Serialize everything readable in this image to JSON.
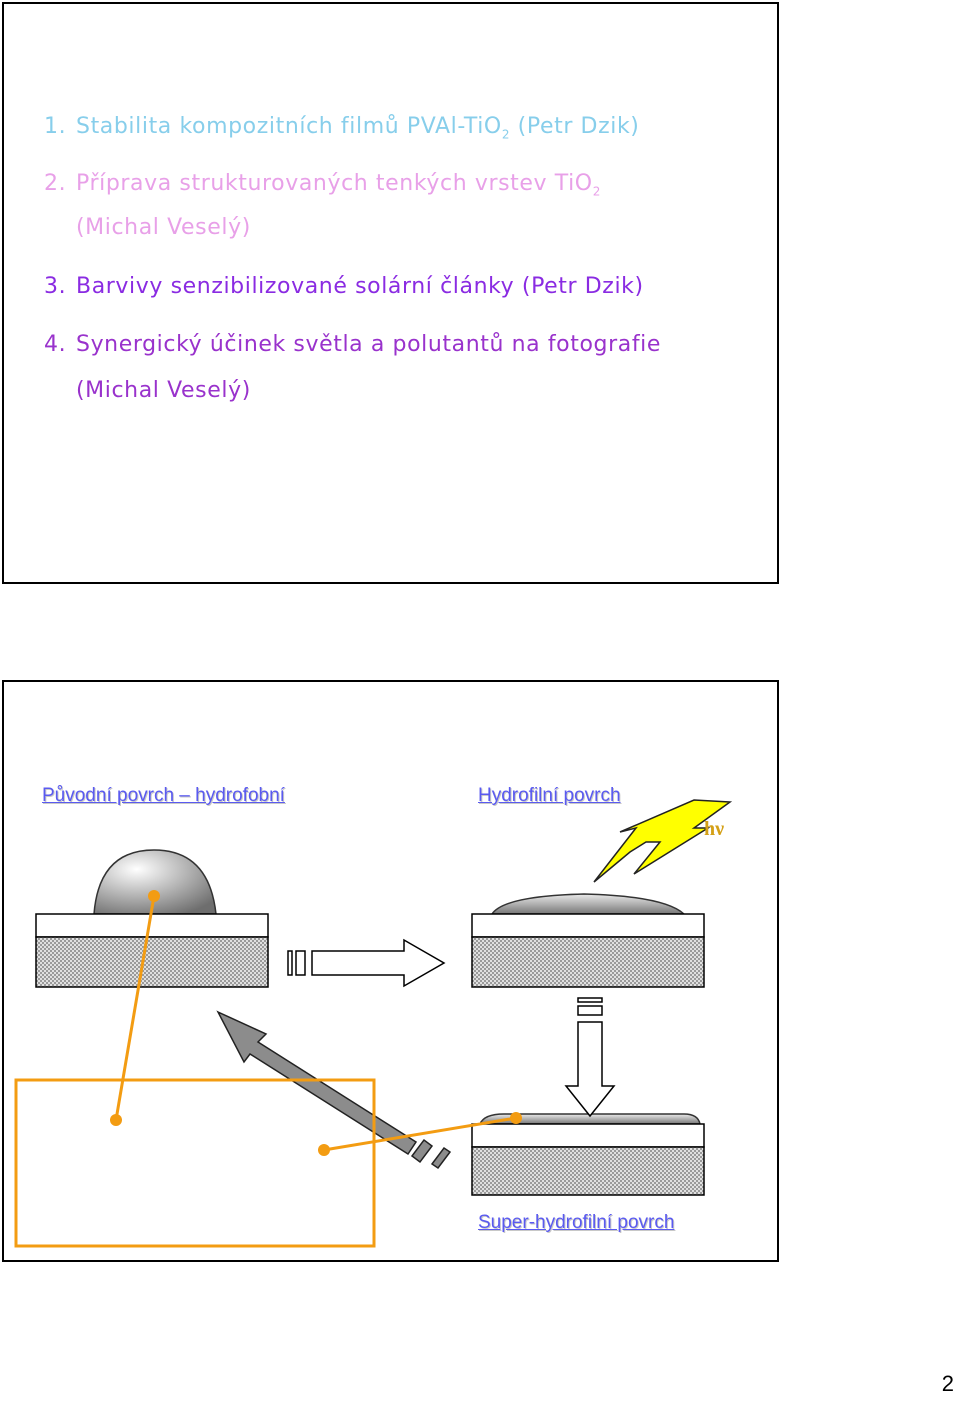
{
  "slide1": {
    "items": [
      {
        "num": "1.",
        "text": "Stabilita kompozitních filmů PVAl-TiO",
        "sub": "2",
        "tail": " (Petr Dzik)",
        "color": "#87ceeb"
      },
      {
        "num": "2.",
        "text": "Příprava strukturovaných tenkých vrstev TiO",
        "sub": "2",
        "cont": "(Michal Veselý)",
        "color": "#e8a0e8"
      },
      {
        "num": "3.",
        "text": "Barvivy senzibilizované solární články (Petr Dzik)",
        "color": "#8a2be2"
      },
      {
        "num": "4.",
        "text": "Synergický účinek světla a polutantů na fotografie",
        "cont": "(Michal Veselý)",
        "color": "#9932cc"
      }
    ]
  },
  "slide2": {
    "label_left": "Původní povrch – hydrofobní",
    "label_right": "Hydrofilní povrch",
    "label_hv": "hν",
    "label_bottom": "Super-hydrofilní povrch",
    "colors": {
      "label": "#5a5af0",
      "accent": "#f39c12",
      "bolt": "#ffff00",
      "hv": "#d4a017"
    }
  },
  "page_number": "2"
}
